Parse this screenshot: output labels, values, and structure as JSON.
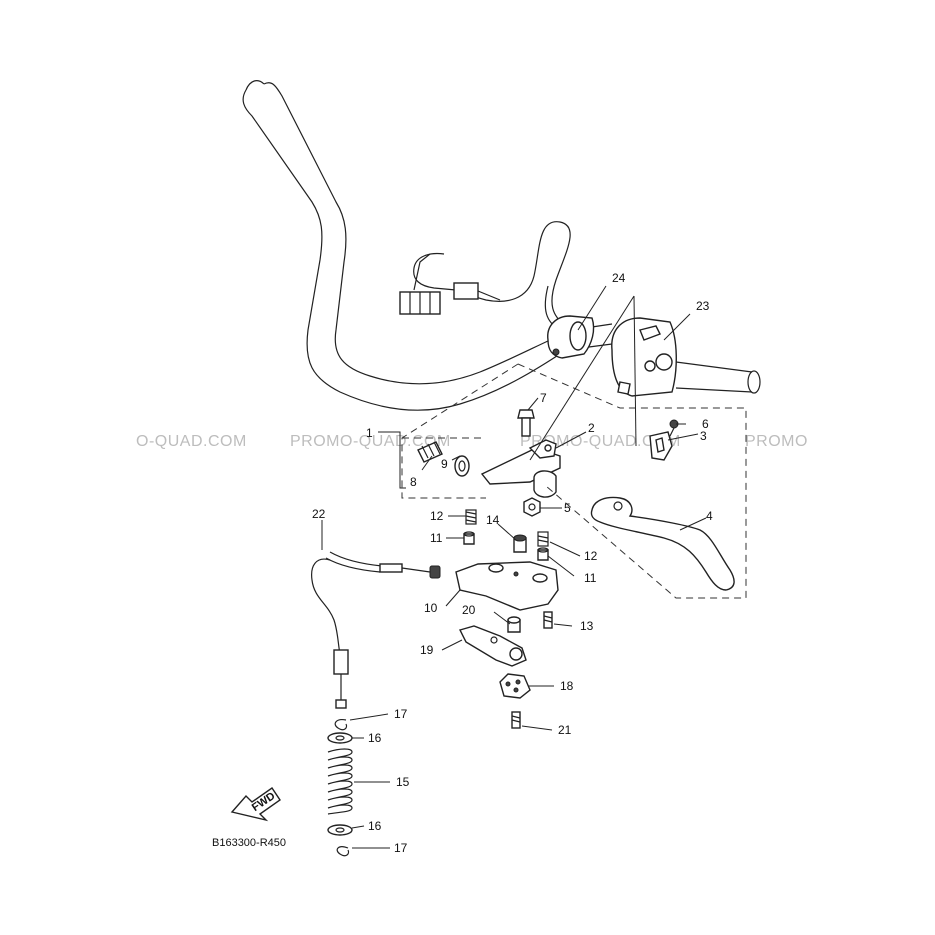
{
  "watermarks": [
    "O-QUAD.COM",
    "PROMO-QUAD.COM",
    "PROMO-QUAD.COM",
    "PROMO"
  ],
  "diagram_code": "B163300-R450",
  "fwd_label": "FWD",
  "callouts": {
    "p1": "1",
    "p2": "2",
    "p3": "3",
    "p4": "4",
    "p5": "5",
    "p6": "6",
    "p7": "7",
    "p8": "8",
    "p9": "9",
    "p10": "10",
    "p11a": "11",
    "p11b": "11",
    "p12a": "12",
    "p12b": "12",
    "p13": "13",
    "p14": "14",
    "p15": "15",
    "p16a": "16",
    "p16b": "16",
    "p17a": "17",
    "p17b": "17",
    "p18": "18",
    "p19": "19",
    "p20": "20",
    "p21": "21",
    "p22": "22",
    "p23": "23",
    "p24": "24"
  }
}
